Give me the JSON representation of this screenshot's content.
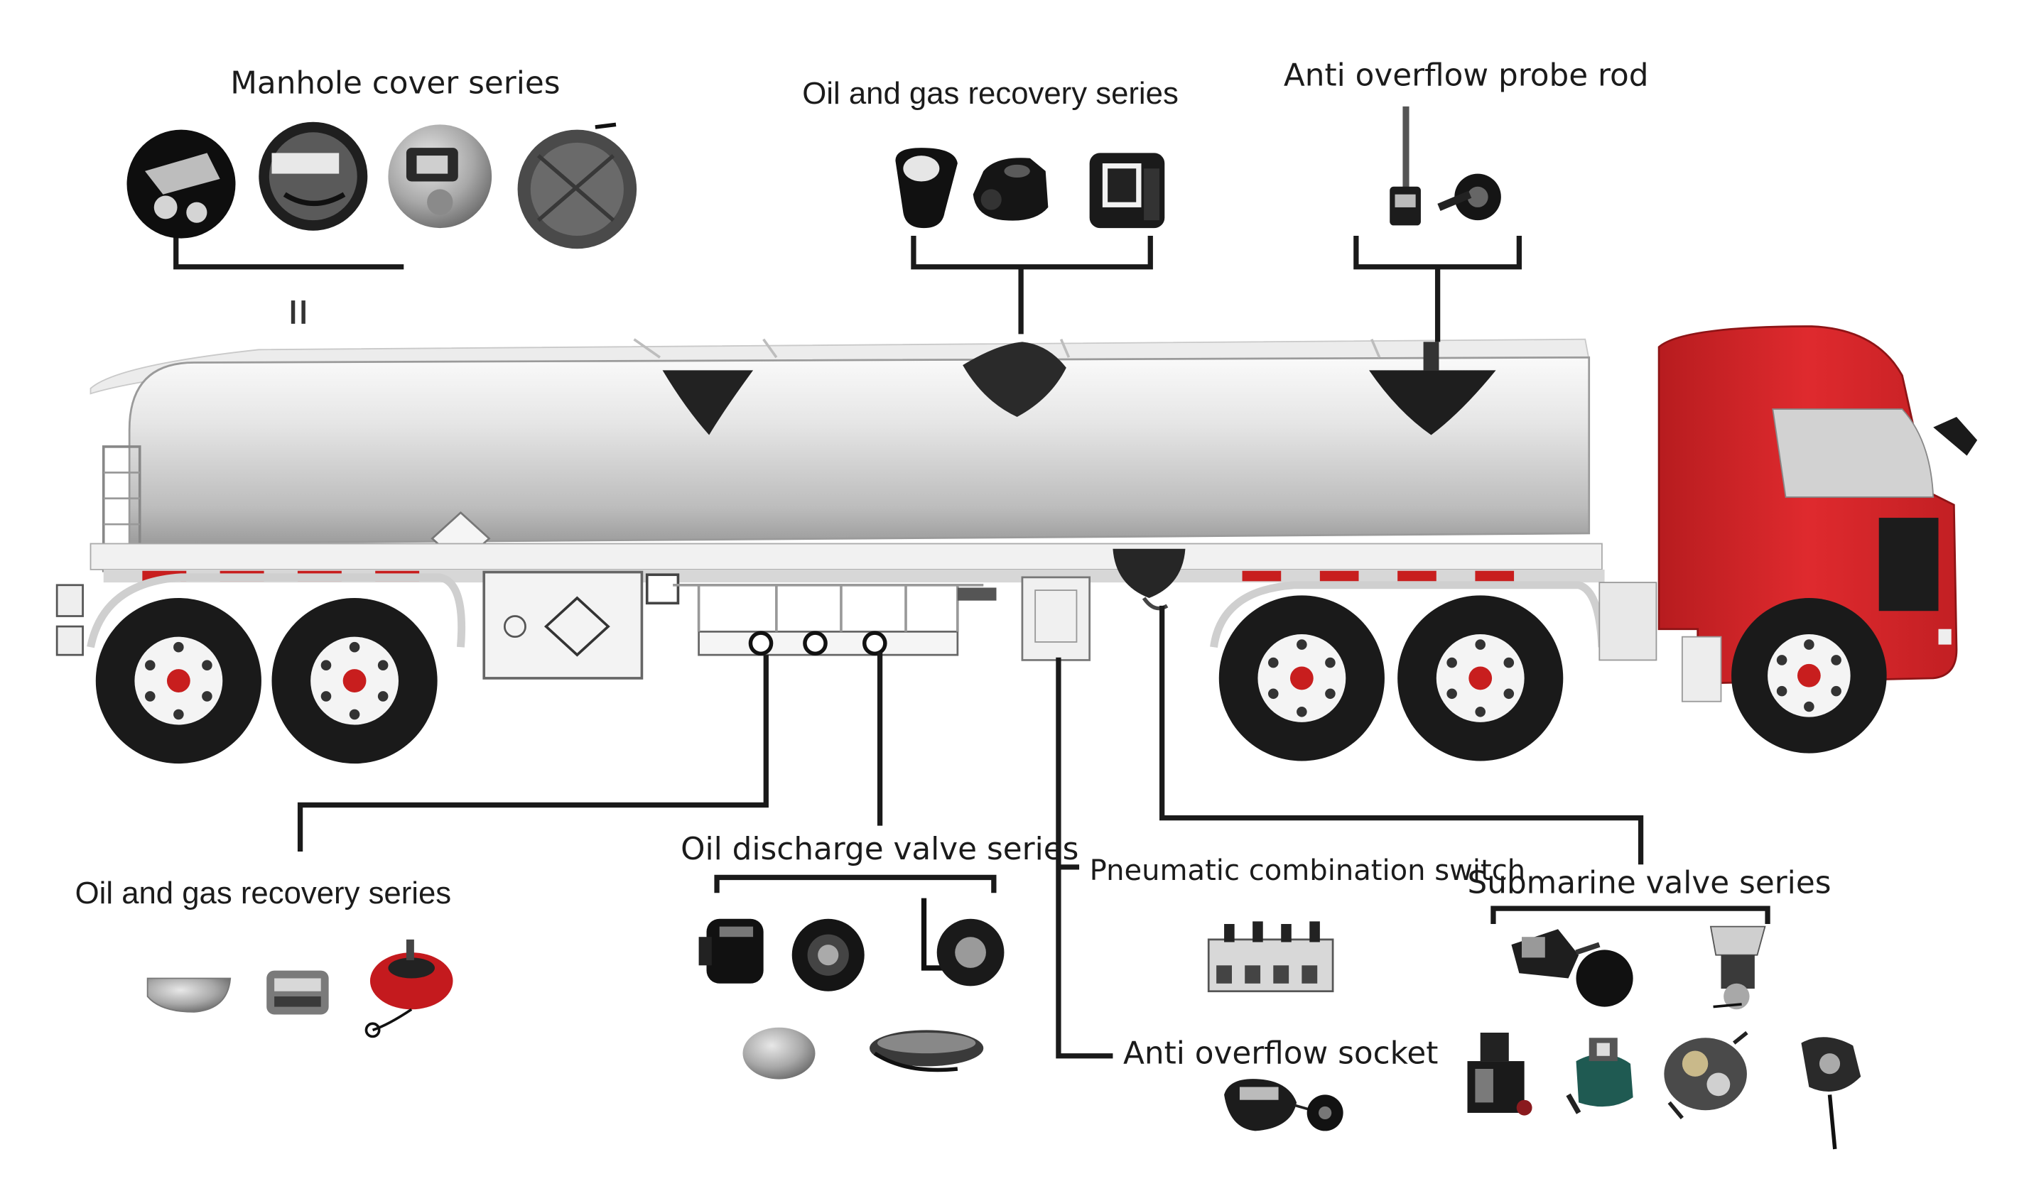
{
  "labels": {
    "manhole_cover": "Manhole cover series",
    "oil_gas_recovery_top": "Oil and gas recovery series",
    "anti_overflow_probe": "Anti overflow probe rod",
    "oil_gas_recovery_bottom": "Oil and gas recovery series",
    "oil_discharge_valve": "Oil discharge valve series",
    "pneumatic_switch": "Pneumatic combination switch",
    "submarine_valve": "Submarine valve series",
    "anti_overflow_socket": "Anti overflow socket"
  },
  "colors": {
    "cab": "#d9262a",
    "tank": "#e4e4e4",
    "tank_shadow": "#b8b8b8",
    "tire": "#1a1a1a",
    "leader": "#1a1a1a",
    "reflector": "#c81e1e"
  }
}
